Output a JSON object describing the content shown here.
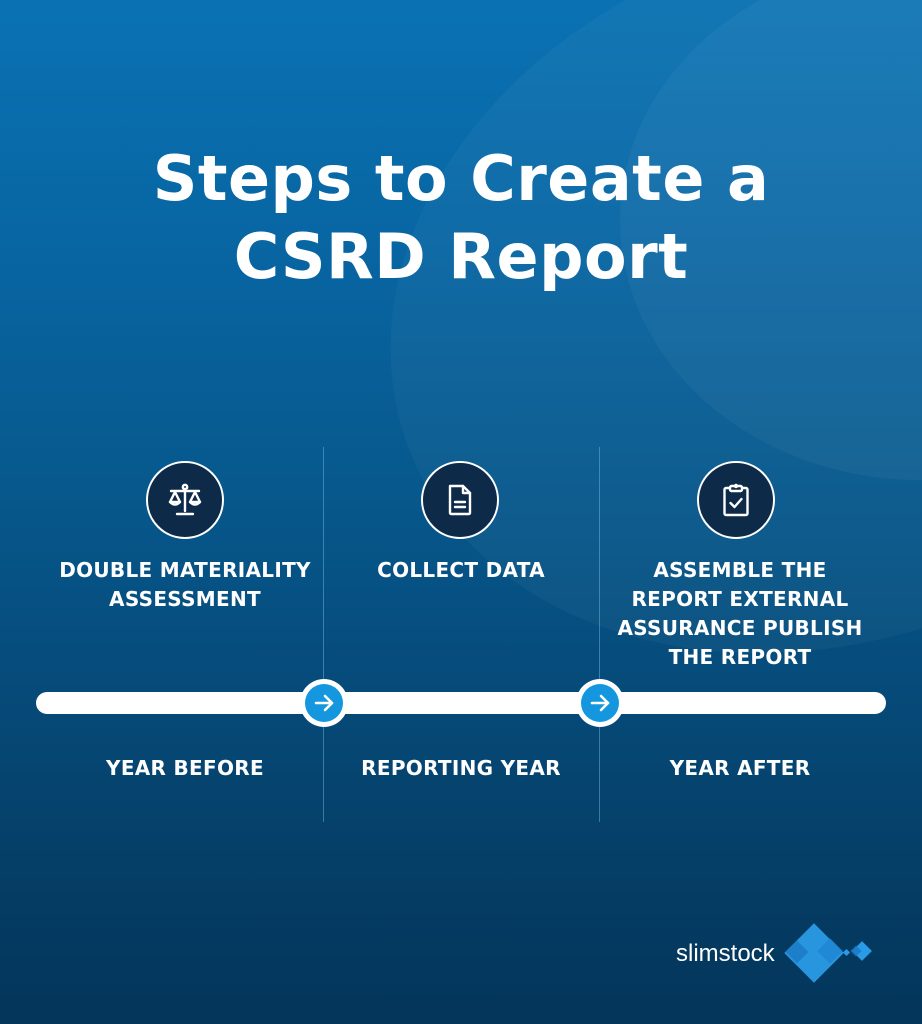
{
  "title": {
    "line1": "Steps to Create a",
    "line2": "CSRD Report"
  },
  "steps": [
    {
      "icon": "scale-icon",
      "label_lines": [
        "DOUBLE MATERIALITY",
        "ASSESSMENT"
      ],
      "period": "YEAR BEFORE"
    },
    {
      "icon": "document-icon",
      "label_lines": [
        "COLLECT DATA"
      ],
      "period": "REPORTING YEAR"
    },
    {
      "icon": "clipboard-check-icon",
      "label_lines": [
        "ASSEMBLE THE",
        "REPORT EXTERNAL",
        "ASSURANCE PUBLISH",
        "THE REPORT"
      ],
      "period": "YEAR AFTER"
    }
  ],
  "timeline": {
    "arrows": [
      "arrow-right-icon",
      "arrow-right-icon"
    ]
  },
  "logo": {
    "text": "slimstock"
  },
  "colors": {
    "background_top": "#0a72b3",
    "background_bottom": "#04355a",
    "icon_circle": "#0d2a48",
    "arrow_accent": "#1497de",
    "logo_diamond": "#2a9be6"
  }
}
